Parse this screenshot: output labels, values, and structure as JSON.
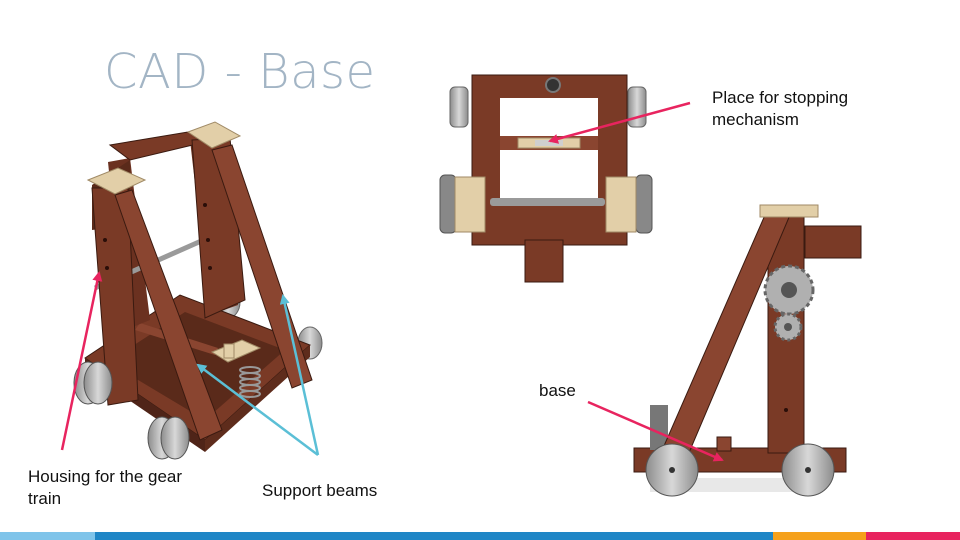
{
  "slide": {
    "title": "CAD - Base",
    "labels": {
      "stopping": "Place for stopping mechanism",
      "base": "base",
      "housing": "Housing for the gear train",
      "support": "Support beams"
    },
    "colors": {
      "title": "#a3b5c5",
      "wood": "#7a3a26",
      "wood_dark": "#4f2418",
      "light_wood": "#e2cfa8",
      "wheel": "#b9b9b9",
      "arrow_pink": "#e8245f",
      "arrow_blue": "#5bbfd6",
      "footer": [
        "#7fc4ea",
        "#1f86c6",
        "#f5a11c",
        "#e8245f"
      ]
    }
  }
}
